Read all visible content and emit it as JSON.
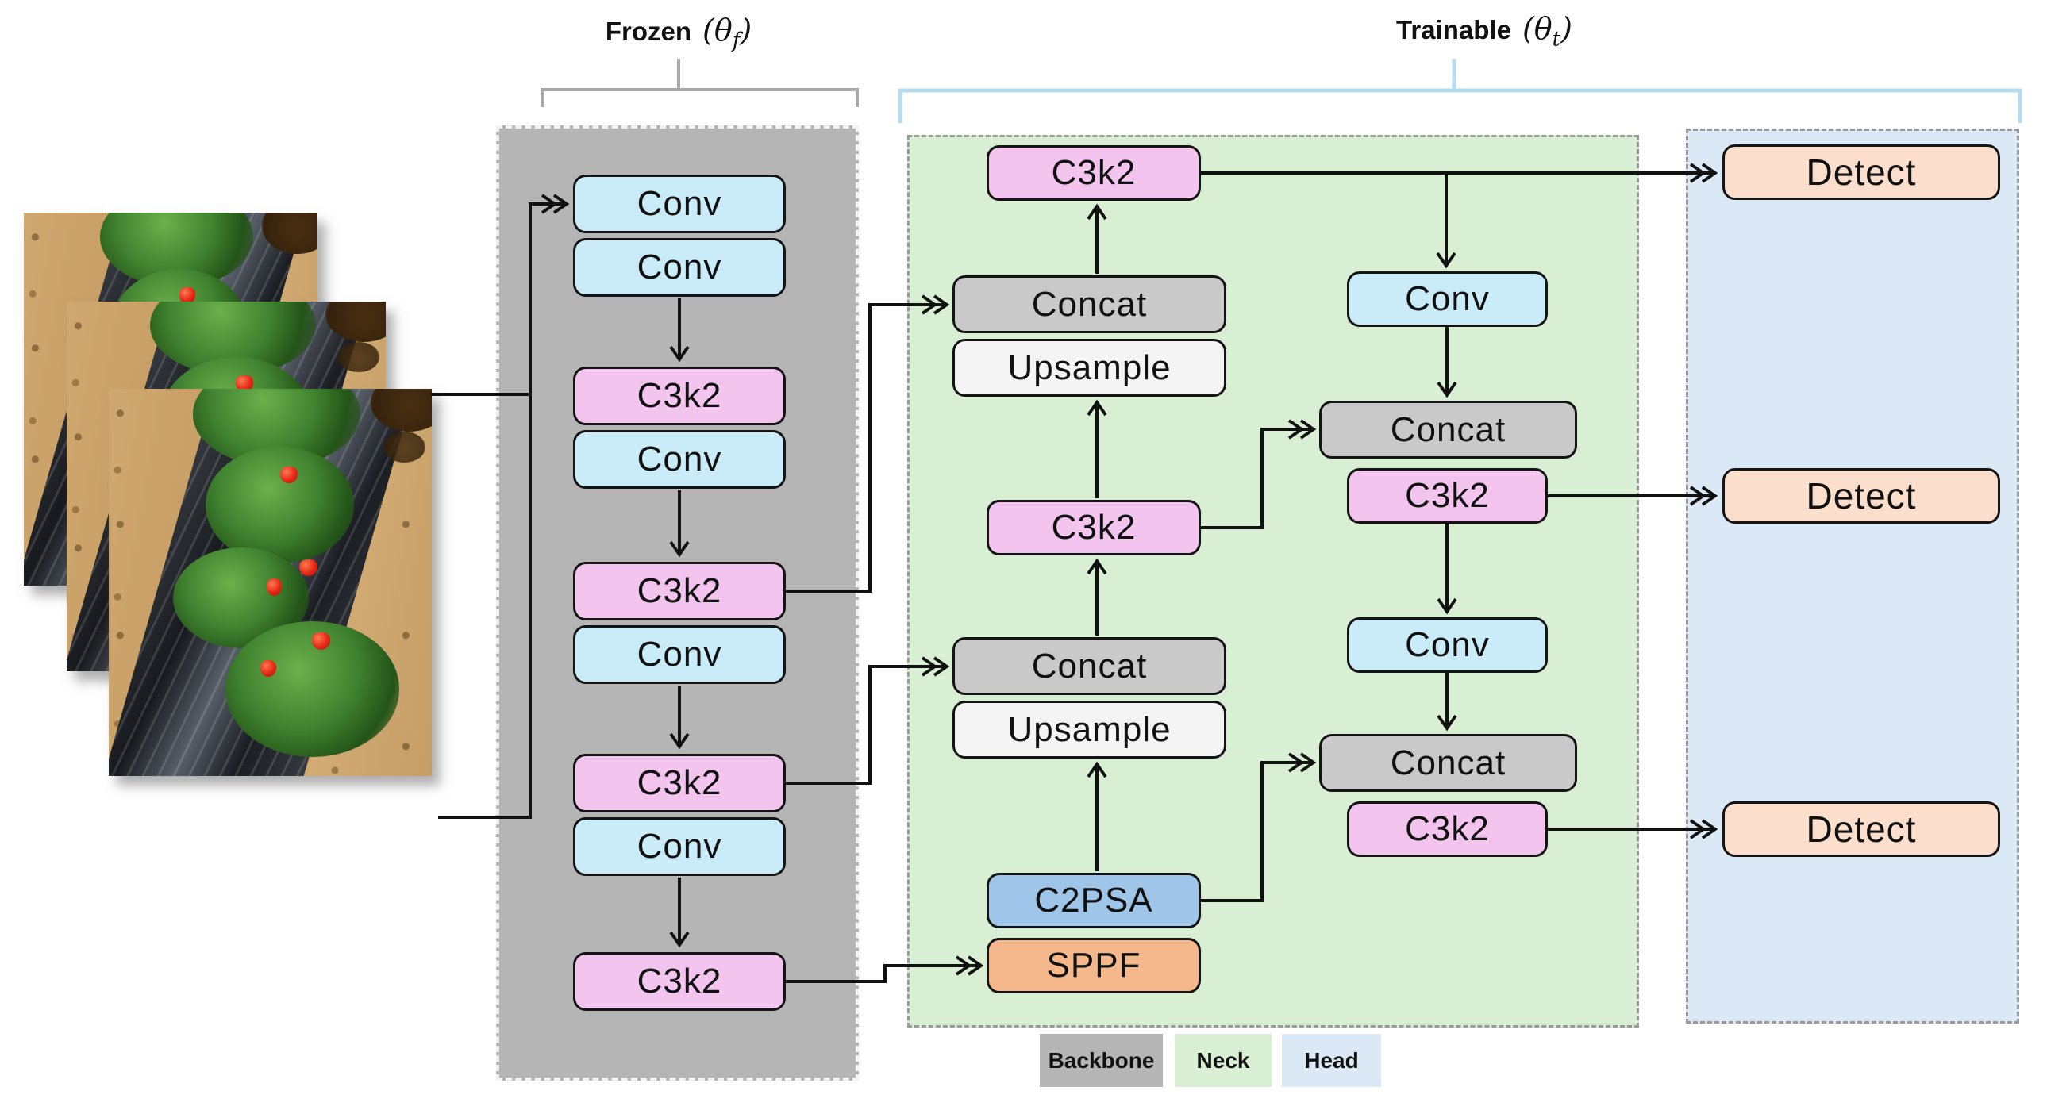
{
  "brackets": {
    "frozen": {
      "label": "Frozen",
      "open": "(",
      "theta": "θ",
      "sub": "f",
      "close": ")"
    },
    "trainable": {
      "label": "Trainable",
      "open": "(",
      "theta": "θ",
      "sub": "t",
      "close": ")"
    }
  },
  "blocks": {
    "backbone": [
      {
        "label": "Conv"
      },
      {
        "label": "Conv"
      },
      {
        "label": "C3k2"
      },
      {
        "label": "Conv"
      },
      {
        "label": "C3k2"
      },
      {
        "label": "Conv"
      },
      {
        "label": "C3k2"
      },
      {
        "label": "Conv"
      },
      {
        "label": "C3k2"
      }
    ],
    "neck_left": [
      {
        "label": "C3k2"
      },
      {
        "label": "Concat"
      },
      {
        "label": "Upsample"
      },
      {
        "label": "C3k2"
      },
      {
        "label": "Concat"
      },
      {
        "label": "Upsample"
      },
      {
        "label": "C2PSA"
      },
      {
        "label": "SPPF"
      }
    ],
    "neck_right": [
      {
        "label": "Conv"
      },
      {
        "label": "Concat"
      },
      {
        "label": "C3k2"
      },
      {
        "label": "Conv"
      },
      {
        "label": "Concat"
      },
      {
        "label": "C3k2"
      }
    ],
    "head": [
      {
        "label": "Detect"
      },
      {
        "label": "Detect"
      },
      {
        "label": "Detect"
      }
    ]
  },
  "legend": [
    {
      "label": "Backbone",
      "color": "#b5b5b5"
    },
    {
      "label": "Neck",
      "color": "#d9efd4"
    },
    {
      "label": "Head",
      "color": "#dbe9f7"
    }
  ],
  "input": {
    "alt": "Stacked strawberry-field row photographs",
    "count": 3
  },
  "colors": {
    "conv": "#c9ecf8",
    "c3k2": "#f2c4ee",
    "concat": "#c9c9c9",
    "upsample": "#f4f4f4",
    "c2psa": "#9fc5e8",
    "sppf": "#f5b78c",
    "detect": "#fbdecb",
    "backbone_bg": "#b5b5b5",
    "neck_bg": "#d9efd4",
    "head_bg": "#dbe9f7",
    "frozen_bracket": "#a8a8a8",
    "trainable_bracket": "#b5dcef",
    "line": "#111111"
  }
}
